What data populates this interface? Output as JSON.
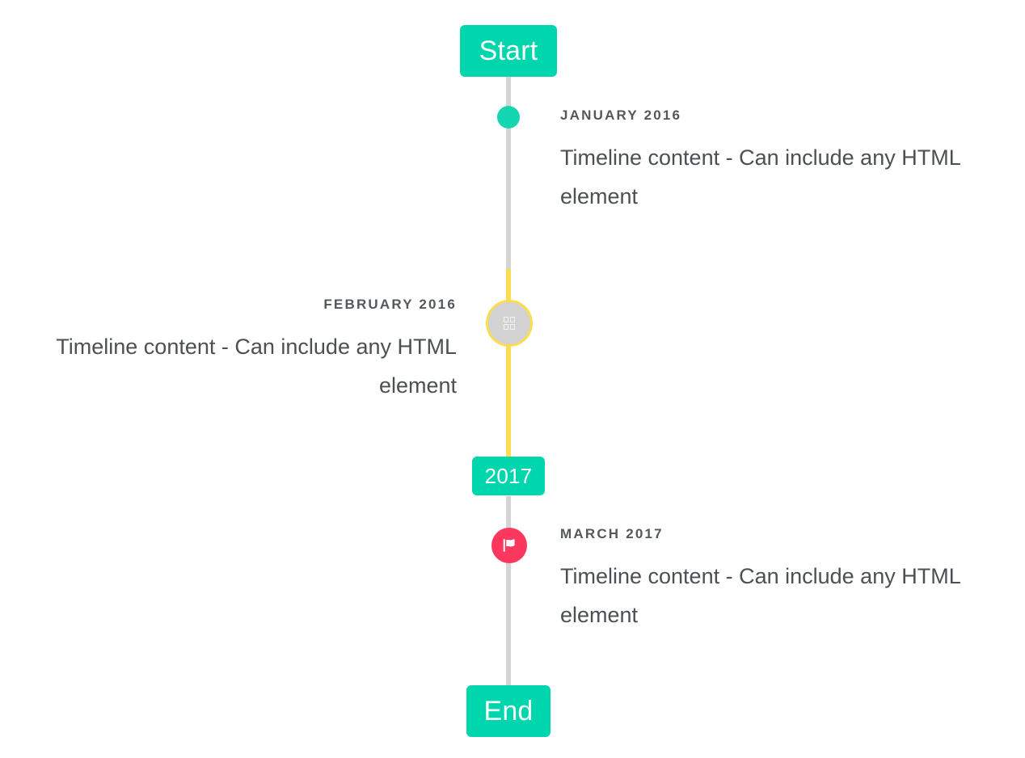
{
  "timeline": {
    "start_label": "Start",
    "end_label": "End",
    "year_divider": "2017",
    "colors": {
      "accent": "#00d6ae",
      "dot": "#14d6b1",
      "rail": "#d4d4d4",
      "rail_accent": "#fbdd52",
      "flag_marker": "#fc385f",
      "ring_fill": "#d2d2d2",
      "date_text": "#53585c",
      "body_text": "#4b5053"
    },
    "entries": [
      {
        "date": "January 2016",
        "body": "Timeline content - Can include any HTML element",
        "side": "right",
        "marker": "dot-marker"
      },
      {
        "date": "February 2016",
        "body": "Timeline content - Can include any HTML element",
        "side": "left",
        "marker": "ring-marker"
      },
      {
        "date": "March 2017",
        "body": "Timeline content - Can include any HTML element",
        "side": "right",
        "marker": "flag-icon"
      }
    ]
  }
}
